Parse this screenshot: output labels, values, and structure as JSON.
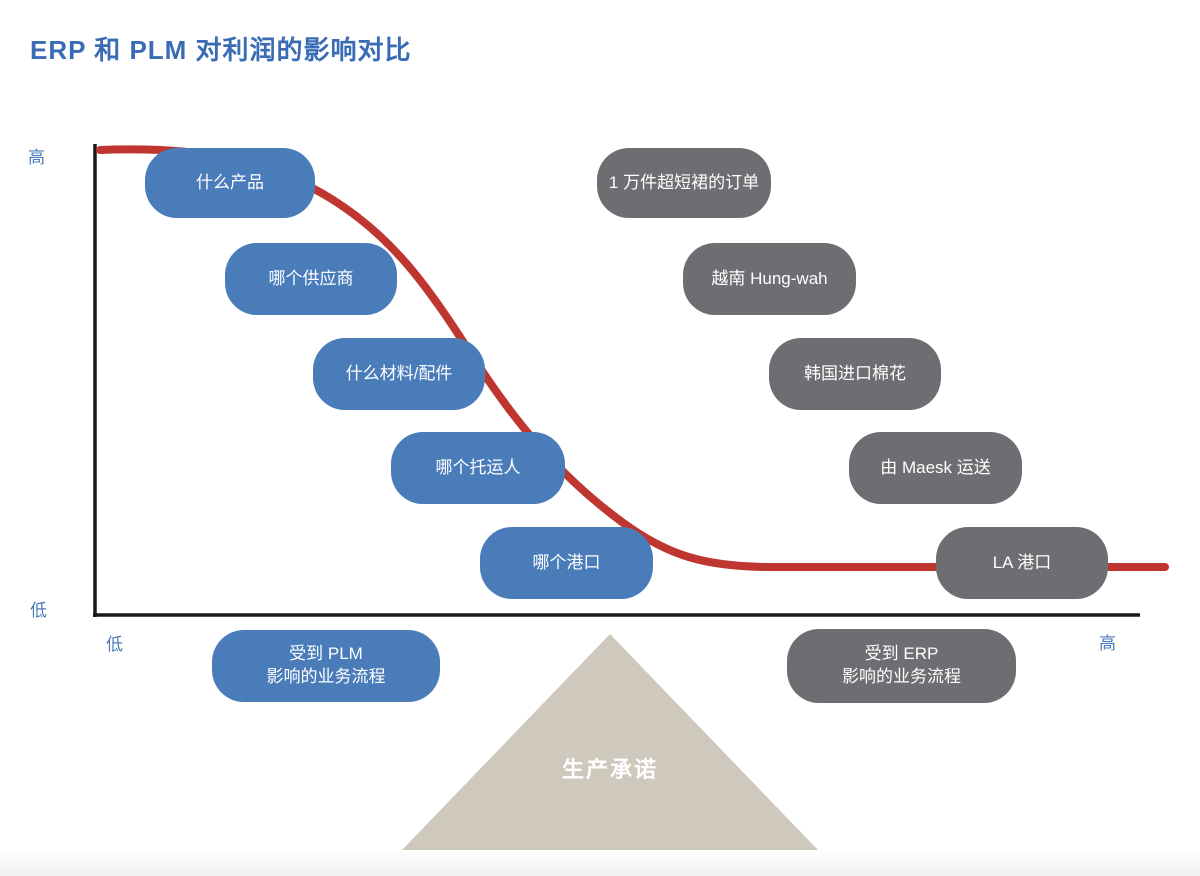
{
  "title": "ERP 和 PLM 对利润的影响对比",
  "colors": {
    "title_blue": "#3a6cb5",
    "plm_box_blue": "#4a7cba",
    "erp_box_gray": "#6d6e71",
    "curve_red": "#bf3530",
    "triangle_beige": "#cfc8bd",
    "axis_black": "#1a1a1a",
    "axis_label_blue": "#4a7cba"
  },
  "axis_labels": {
    "y_top": "高",
    "y_bottom": "低",
    "x_left": "低",
    "x_right": "高"
  },
  "plm_boxes": [
    {
      "label": "什么产品"
    },
    {
      "label": "哪个供应商"
    },
    {
      "label": "什么材料/配件"
    },
    {
      "label": "哪个托运人"
    },
    {
      "label": "哪个港口"
    }
  ],
  "erp_boxes": [
    {
      "label": "1 万件超短裙的订单"
    },
    {
      "label": "越南 Hung-wah"
    },
    {
      "label": "韩国进口棉花"
    },
    {
      "label": "由 Maesk 运送"
    },
    {
      "label": "LA 港口"
    }
  ],
  "legend": {
    "plm": "受到 PLM\n影响的业务流程",
    "erp": "受到 ERP\n影响的业务流程"
  },
  "triangle_label": "生产承诺"
}
